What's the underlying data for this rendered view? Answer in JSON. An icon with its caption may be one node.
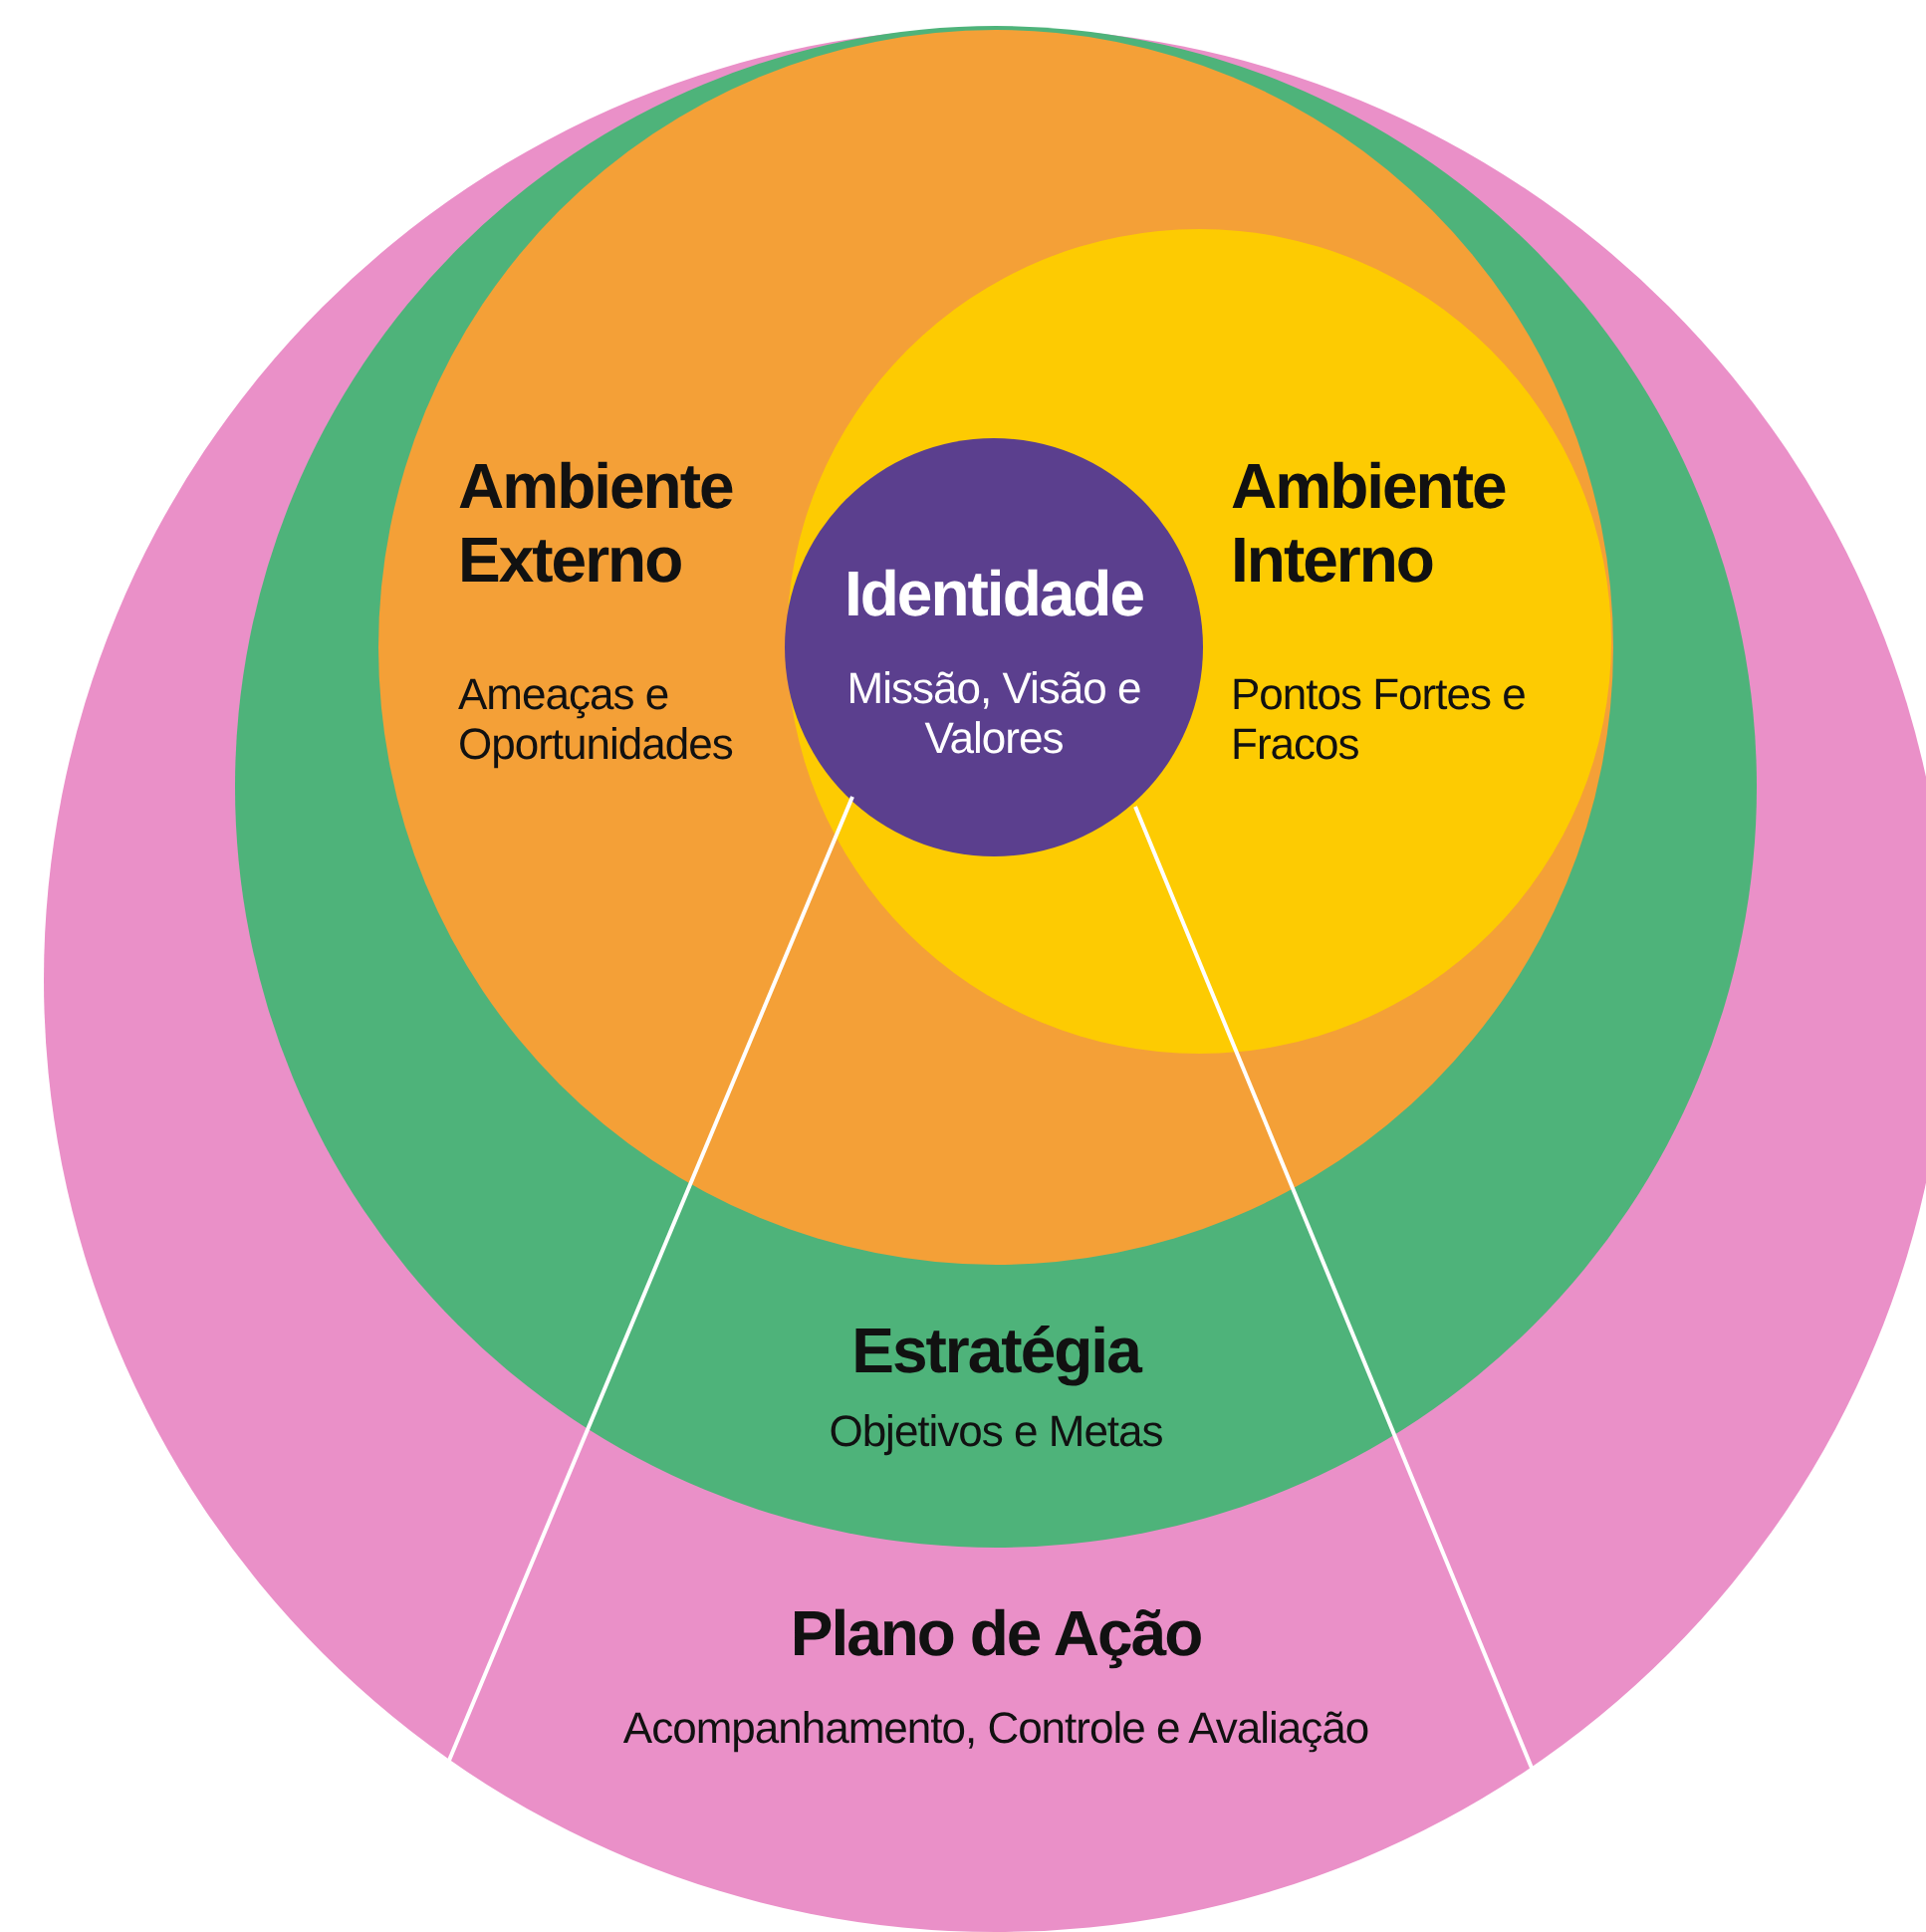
{
  "diagram": {
    "nodes": [
      {
        "text": [
          "Plano de Ação",
          "Acompanhamento, Controle e Avaliação"
        ]
      },
      {
        "text": [
          "Estratégia",
          "Objetivos e Metas"
        ],
        "in": 0
      },
      {
        "text": [
          "Ambiente Externo",
          "Ameaças e Oportunidades"
        ],
        "in": 1
      },
      {
        "text": [
          "Ambiente Interno",
          "Pontos Fortes e Fracos"
        ],
        "in": 2
      },
      {
        "text": [
          "Identidade",
          "Missão, Visão e Valores"
        ],
        "in": 3
      }
    ]
  }
}
